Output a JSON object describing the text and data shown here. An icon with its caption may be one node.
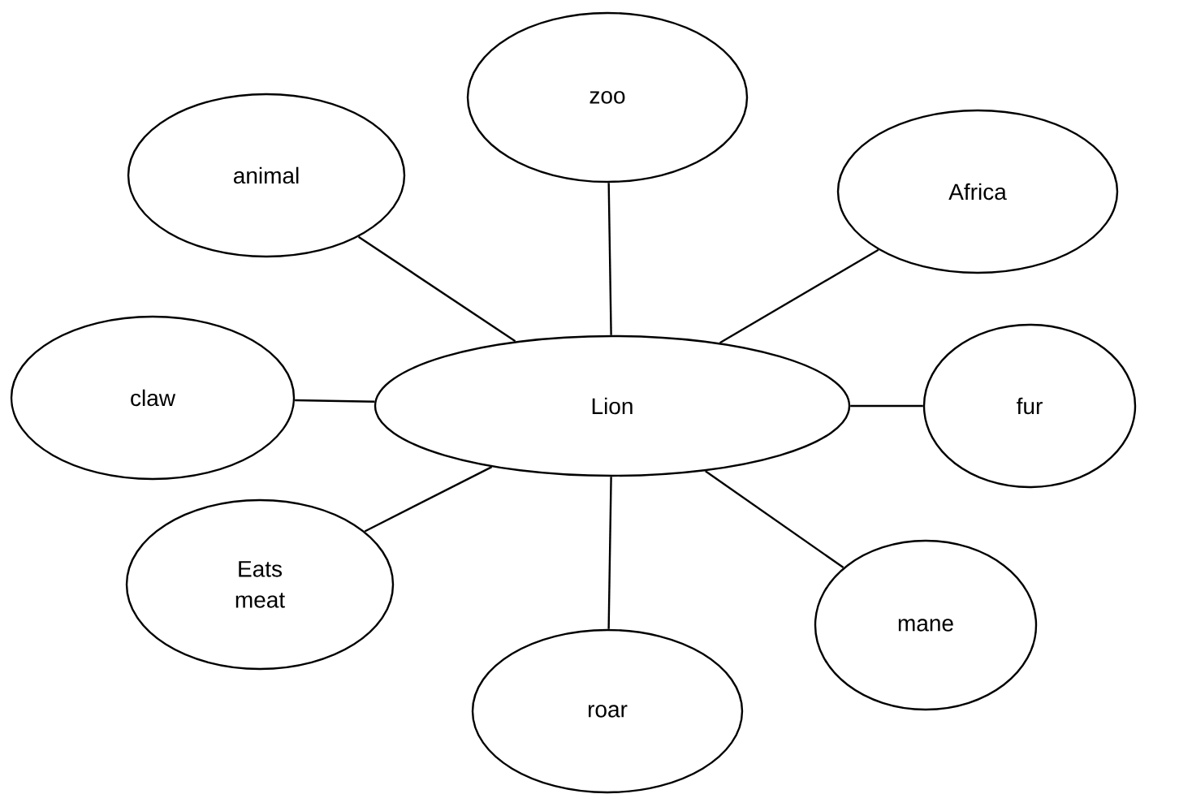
{
  "diagram": {
    "nodes": [
      {
        "text": [
          "zoo"
        ]
      },
      {
        "text": [
          "animal"
        ]
      },
      {
        "text": [
          "Africa"
        ]
      },
      {
        "text": [
          "claw"
        ]
      },
      {
        "text": [
          "Lion"
        ]
      },
      {
        "text": [
          "fur"
        ]
      },
      {
        "text": [
          "Eats meat"
        ]
      },
      {
        "text": [
          "mane"
        ]
      },
      {
        "text": [
          "roar"
        ]
      }
    ],
    "edges": [
      {
        "from": 4,
        "to": 0,
        "arrow": "none"
      },
      {
        "from": 4,
        "to": 1,
        "arrow": "none"
      },
      {
        "from": 4,
        "to": 2,
        "arrow": "none"
      },
      {
        "from": 4,
        "to": 3,
        "arrow": "none"
      },
      {
        "from": 4,
        "to": 5,
        "arrow": "none"
      },
      {
        "from": 4,
        "to": 6,
        "arrow": "none"
      },
      {
        "from": 4,
        "to": 7,
        "arrow": "none"
      },
      {
        "from": 4,
        "to": 8,
        "arrow": "none"
      }
    ]
  }
}
